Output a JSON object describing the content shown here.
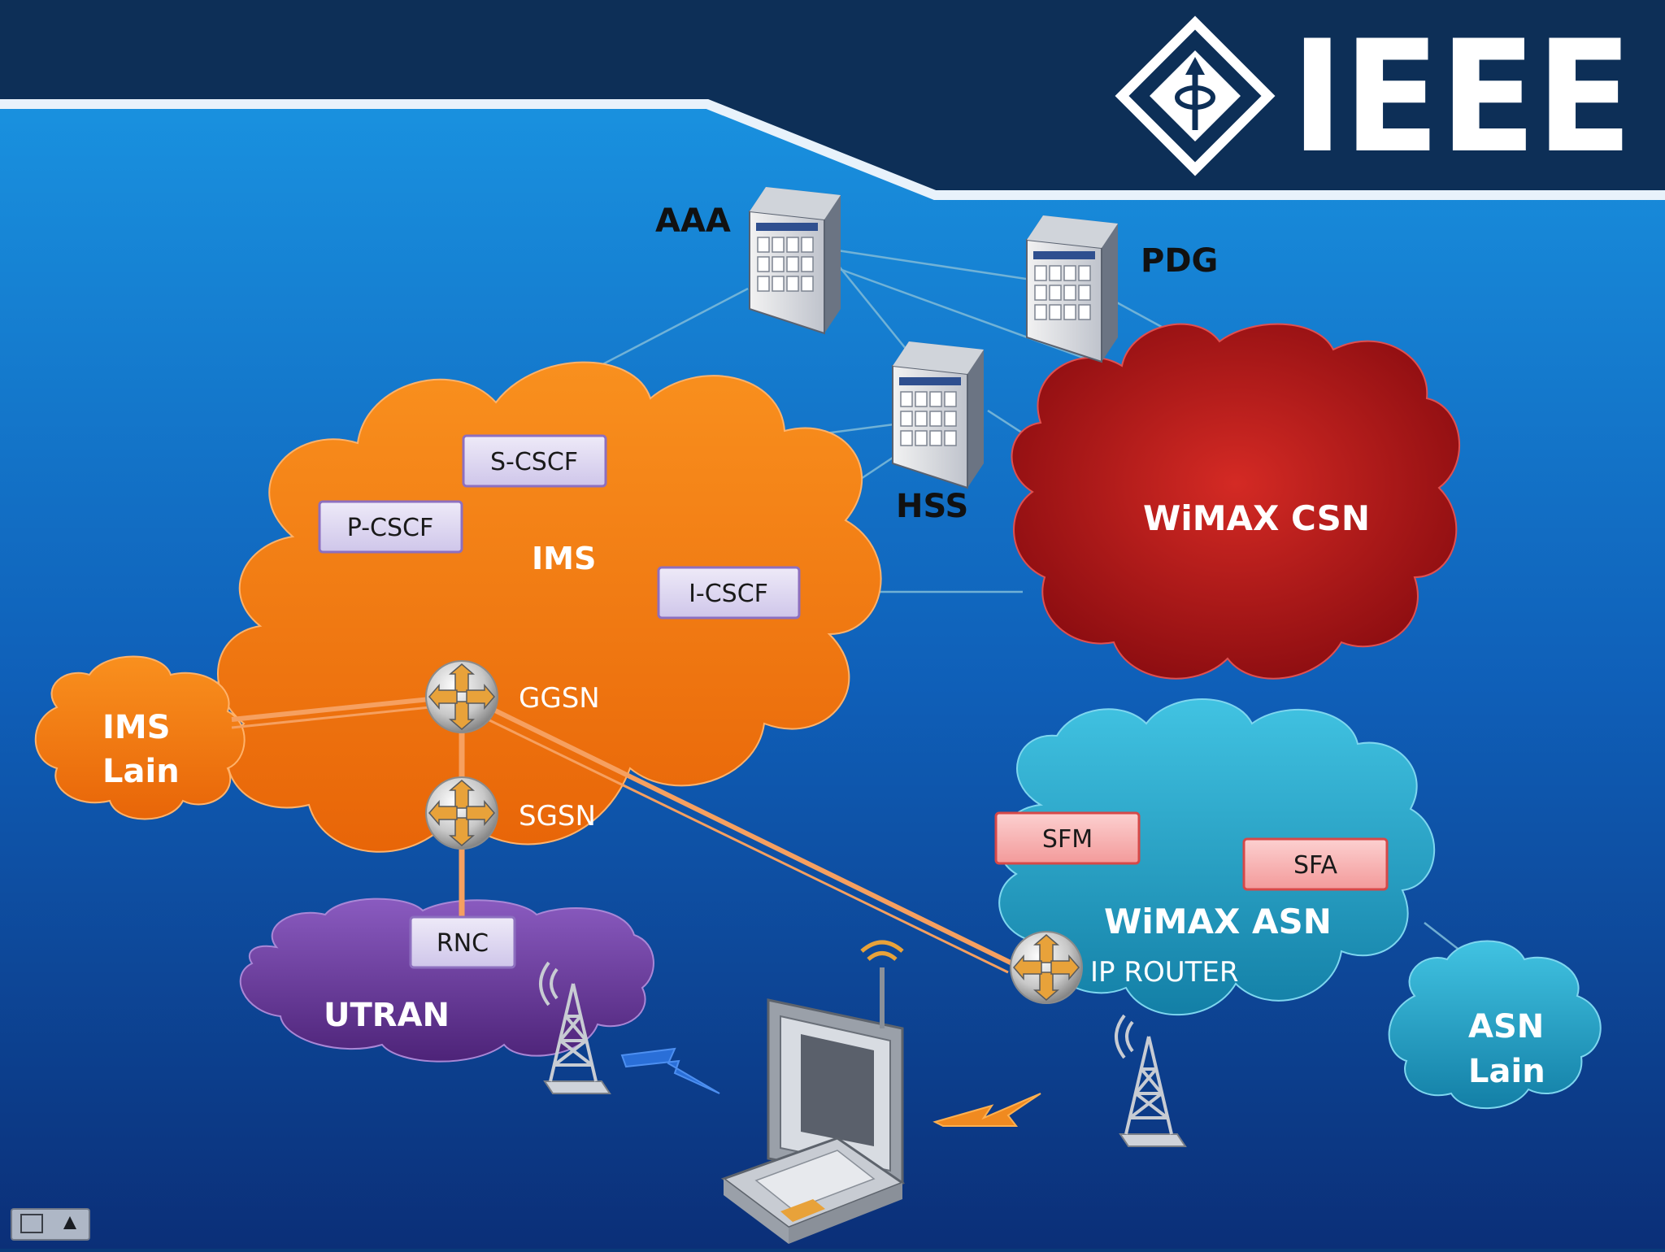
{
  "logo": {
    "text": "IEEE",
    "colors": {
      "text": "#ffffff",
      "diamond_border": "#ffffff"
    }
  },
  "servers": {
    "aaa": "AAA",
    "pdg": "PDG",
    "hss": "HSS"
  },
  "clouds": {
    "ims": "IMS",
    "ims_other": [
      "IMS",
      "Lain"
    ],
    "wimax_csn": "WiMAX CSN",
    "wimax_asn": "WiMAX ASN",
    "asn_other": [
      "ASN",
      "Lain"
    ],
    "utran": "UTRAN"
  },
  "functions": {
    "s_cscf": "S-CSCF",
    "p_cscf": "P-CSCF",
    "i_cscf": "I-CSCF",
    "rnc": "RNC",
    "sfm": "SFM",
    "sfa": "SFA"
  },
  "routers": {
    "ggsn": "GGSN",
    "sgsn": "SGSN",
    "ip_router": "IP ROUTER"
  },
  "colors": {
    "ims_cloud": "#f07a10",
    "wimax_csn_cloud": "#b01818",
    "wimax_asn_cloud": "#1e9fc0",
    "utran_cloud": "#6a3a9a",
    "link_orange": "#f6a060",
    "link_thin": "#7ab8d8",
    "box_lavender": "#dcd6ef",
    "box_pink": "#f8b7b7",
    "header_dark": "#0d2f57"
  },
  "icons": [
    "server-icon",
    "router-icon",
    "cell-tower-icon",
    "laptop-icon",
    "lightning-icon",
    "slide-control-icon"
  ]
}
